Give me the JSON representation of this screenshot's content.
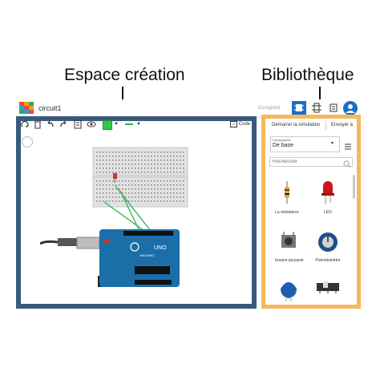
{
  "captions": {
    "workspace": "Espace création",
    "library": "Bibliothèque"
  },
  "app": {
    "title": "circuit1",
    "save_status": "Enregistré",
    "logo_colors": [
      "#e74c3c",
      "#f39c12",
      "#27ae60",
      "#3498db",
      "#e74c3c",
      "#f39c12",
      "#27ae60",
      "#3498db",
      "#e74c3c"
    ]
  },
  "toolbar": {
    "tools": [
      "rotate-icon",
      "delete-icon",
      "undo-icon",
      "redo-icon",
      "notes-icon",
      "view-icon",
      "color-picker",
      "wire-style"
    ],
    "component_color": "#2ecc40",
    "code_label": "Code"
  },
  "library": {
    "tab_simulation": "Démarrer la simulation",
    "tab_send": "Envoyer à",
    "components_label": "Composants",
    "components_value": "De base",
    "search_placeholder": "Rechercher",
    "items": [
      {
        "label": "La résistance",
        "icon": "resistor-icon"
      },
      {
        "label": "LED",
        "icon": "led-icon"
      },
      {
        "label": "bouton poussoir",
        "icon": "pushbutton-icon"
      },
      {
        "label": "Potentiomètre",
        "icon": "potentiometer-icon"
      },
      {
        "label": "",
        "icon": "capacitor-icon"
      },
      {
        "label": "",
        "icon": "slideswitch-icon"
      }
    ]
  },
  "canvas": {
    "board_label": "UNO",
    "board_brand": "ARDUINO"
  },
  "colors": {
    "workspace_border": "#3a5a7c",
    "library_border": "#f5b85a",
    "accent": "#1a6fc9",
    "arduino": "#1b6fa8",
    "wire": "#2fb34a"
  }
}
